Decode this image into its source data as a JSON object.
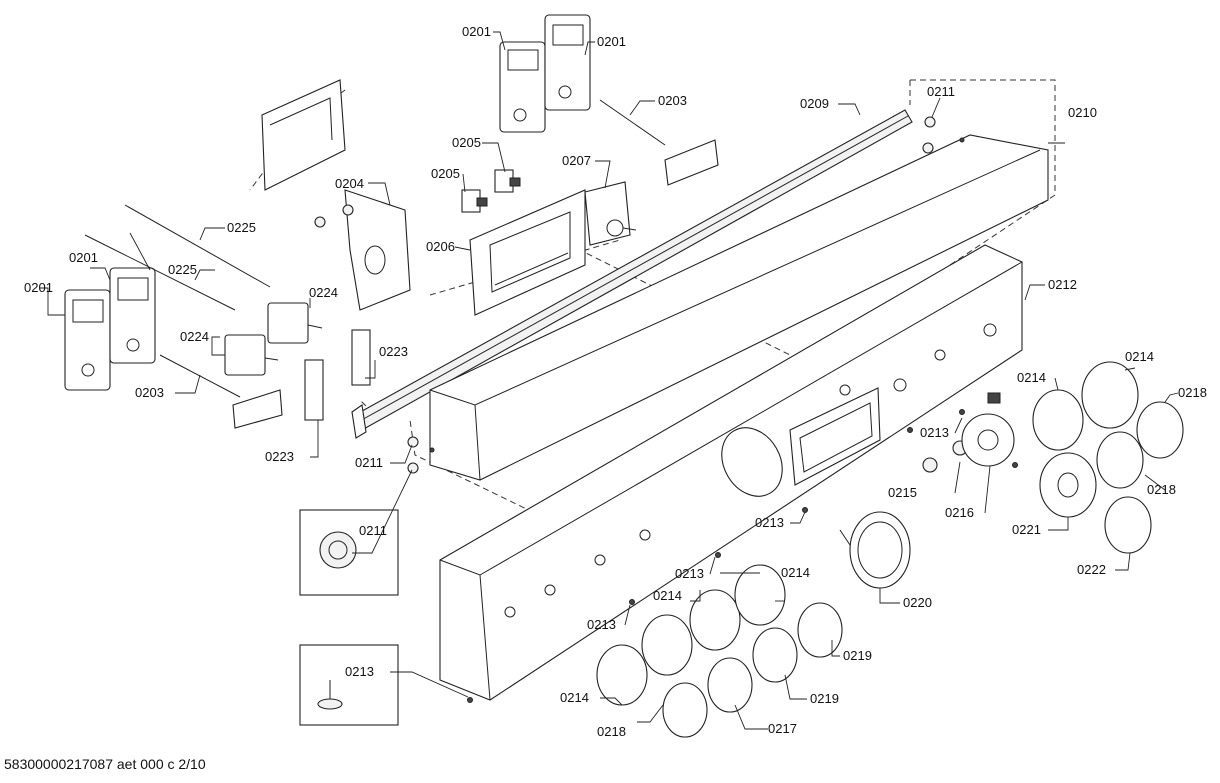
{
  "footer": {
    "document_code": "58300000217087 aet 000 c 2/10"
  },
  "callouts": {
    "c0201_a": "0201",
    "c0201_b": "0201",
    "c0201_c": "0201",
    "c0201_d": "0201",
    "c0203_a": "0203",
    "c0203_b": "0203",
    "c0204": "0204",
    "c0205_a": "0205",
    "c0205_b": "0205",
    "c0206": "0206",
    "c0207": "0207",
    "c0209": "0209",
    "c0210": "0210",
    "c0211_a": "0211",
    "c0211_b": "0211",
    "c0211_c": "0211",
    "c0212": "0212",
    "c0213_a": "0213",
    "c0213_b": "0213",
    "c0213_c": "0213",
    "c0213_d": "0213",
    "c0213_e": "0213",
    "c0214_a": "0214",
    "c0214_b": "0214",
    "c0214_c": "0214",
    "c0214_d": "0214",
    "c0214_e": "0214",
    "c0215": "0215",
    "c0216": "0216",
    "c0217": "0217",
    "c0218_a": "0218",
    "c0218_b": "0218",
    "c0218_c": "0218",
    "c0219_a": "0219",
    "c0219_b": "0219",
    "c0220": "0220",
    "c0221": "0221",
    "c0222": "0222",
    "c0223_a": "0223",
    "c0223_b": "0223",
    "c0224_a": "0224",
    "c0224_b": "0224",
    "c0225_a": "0225",
    "c0225_b": "0225"
  }
}
